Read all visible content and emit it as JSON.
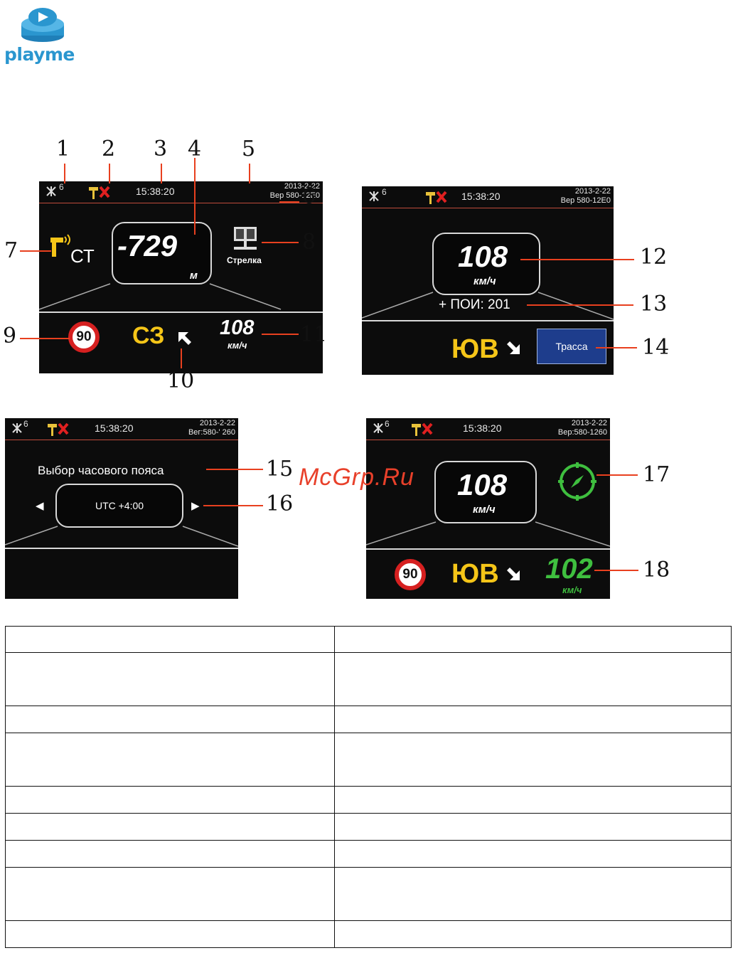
{
  "brand": {
    "logo_text": "playme"
  },
  "watermark": "McGrp.Ru",
  "callouts": [
    "1",
    "2",
    "3",
    "4",
    "5",
    "6",
    "7",
    "8",
    "9",
    "10",
    "11",
    "12",
    "13",
    "14",
    "15",
    "16",
    "17",
    "18"
  ],
  "screen1": {
    "sat_count": "6",
    "time": "15:38:20",
    "date": "2013-2-22",
    "version": "Вер 580-12Е0",
    "camera_code": "СТ",
    "distance": "-729",
    "distance_unit": "м",
    "camera_type": "Стрелка",
    "speed_limit": "90",
    "direction": "СЗ",
    "speed": "108",
    "speed_unit": "км/ч"
  },
  "screen2": {
    "sat_count": "6",
    "time": "15:38:20",
    "date": "2013-2-22",
    "version": "Вер 580-12Е0",
    "speed": "108",
    "speed_unit": "км/ч",
    "poi": "+ ПОИ: 201",
    "direction": "ЮВ",
    "mode": "Трасса"
  },
  "screen3": {
    "sat_count": "6",
    "time": "15:38:20",
    "date": "2013-2-22",
    "version": "Вег:580-' 260",
    "title": "Выбор часового пояса",
    "timezone": "UTC +4:00"
  },
  "screen4": {
    "sat_count": "6",
    "time": "15:38:20",
    "date": "2013-2-22",
    "version": "Вер:580-1260",
    "speed": "108",
    "speed_unit": "км/ч",
    "speed_limit": "90",
    "direction": "ЮВ",
    "avg_speed": "102",
    "avg_speed_unit": "км/ч"
  },
  "colors": {
    "accent_yellow": "#f5c518",
    "callout_line": "#e8401f",
    "green": "#3fbf3f",
    "brand_blue": "#2a96cf",
    "mode_blue": "#1e3d8c"
  }
}
